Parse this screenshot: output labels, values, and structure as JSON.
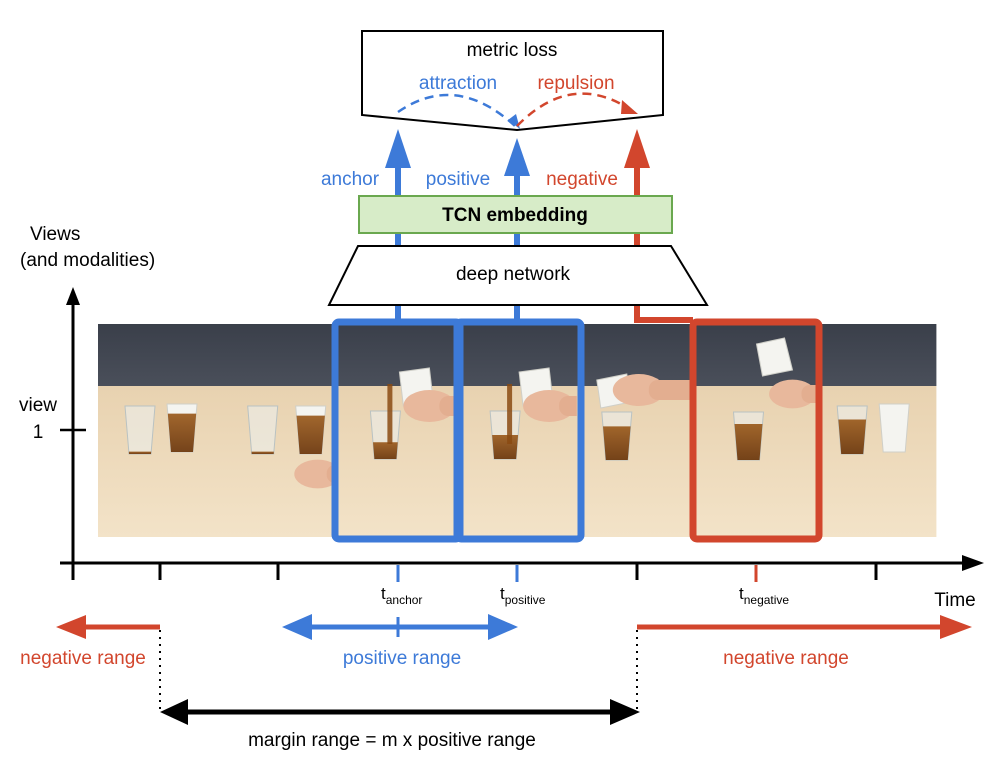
{
  "colors": {
    "blue": "#3d7ad8",
    "red": "#d2462d",
    "black": "#000000",
    "green_fill": "#d7ecc8",
    "green_stroke": "#6aa84f"
  },
  "labels": {
    "metric_loss": "metric loss",
    "attraction": "attraction",
    "repulsion": "repulsion",
    "anchor": "anchor",
    "positive": "positive",
    "negative": "negative",
    "tcn_embedding": "TCN embedding",
    "deep_network": "deep network",
    "views_line1": "Views",
    "views_line2": "(and modalities)",
    "view_line1": "view",
    "view_line2": "1",
    "time": "Time",
    "t": "t",
    "t_anchor_sub": "anchor",
    "t_positive_sub": "positive",
    "t_negative_sub": "negative",
    "negative_range_left": "negative range",
    "positive_range": "positive range",
    "negative_range_right": "negative range",
    "margin_range": "margin range = m x positive range"
  },
  "frames": [
    {
      "name": "frame-1",
      "state": "empty-cup-and-full-cup"
    },
    {
      "name": "frame-2",
      "state": "hand-grabs-cup"
    },
    {
      "name": "frame-3",
      "state": "pouring",
      "highlight": "anchor"
    },
    {
      "name": "frame-4",
      "state": "pouring",
      "highlight": "positive"
    },
    {
      "name": "frame-5",
      "state": "cup-tilted"
    },
    {
      "name": "frame-6",
      "state": "cup-lifted",
      "highlight": "negative"
    },
    {
      "name": "frame-7",
      "state": "filled-cup-and-empty-cup"
    }
  ]
}
